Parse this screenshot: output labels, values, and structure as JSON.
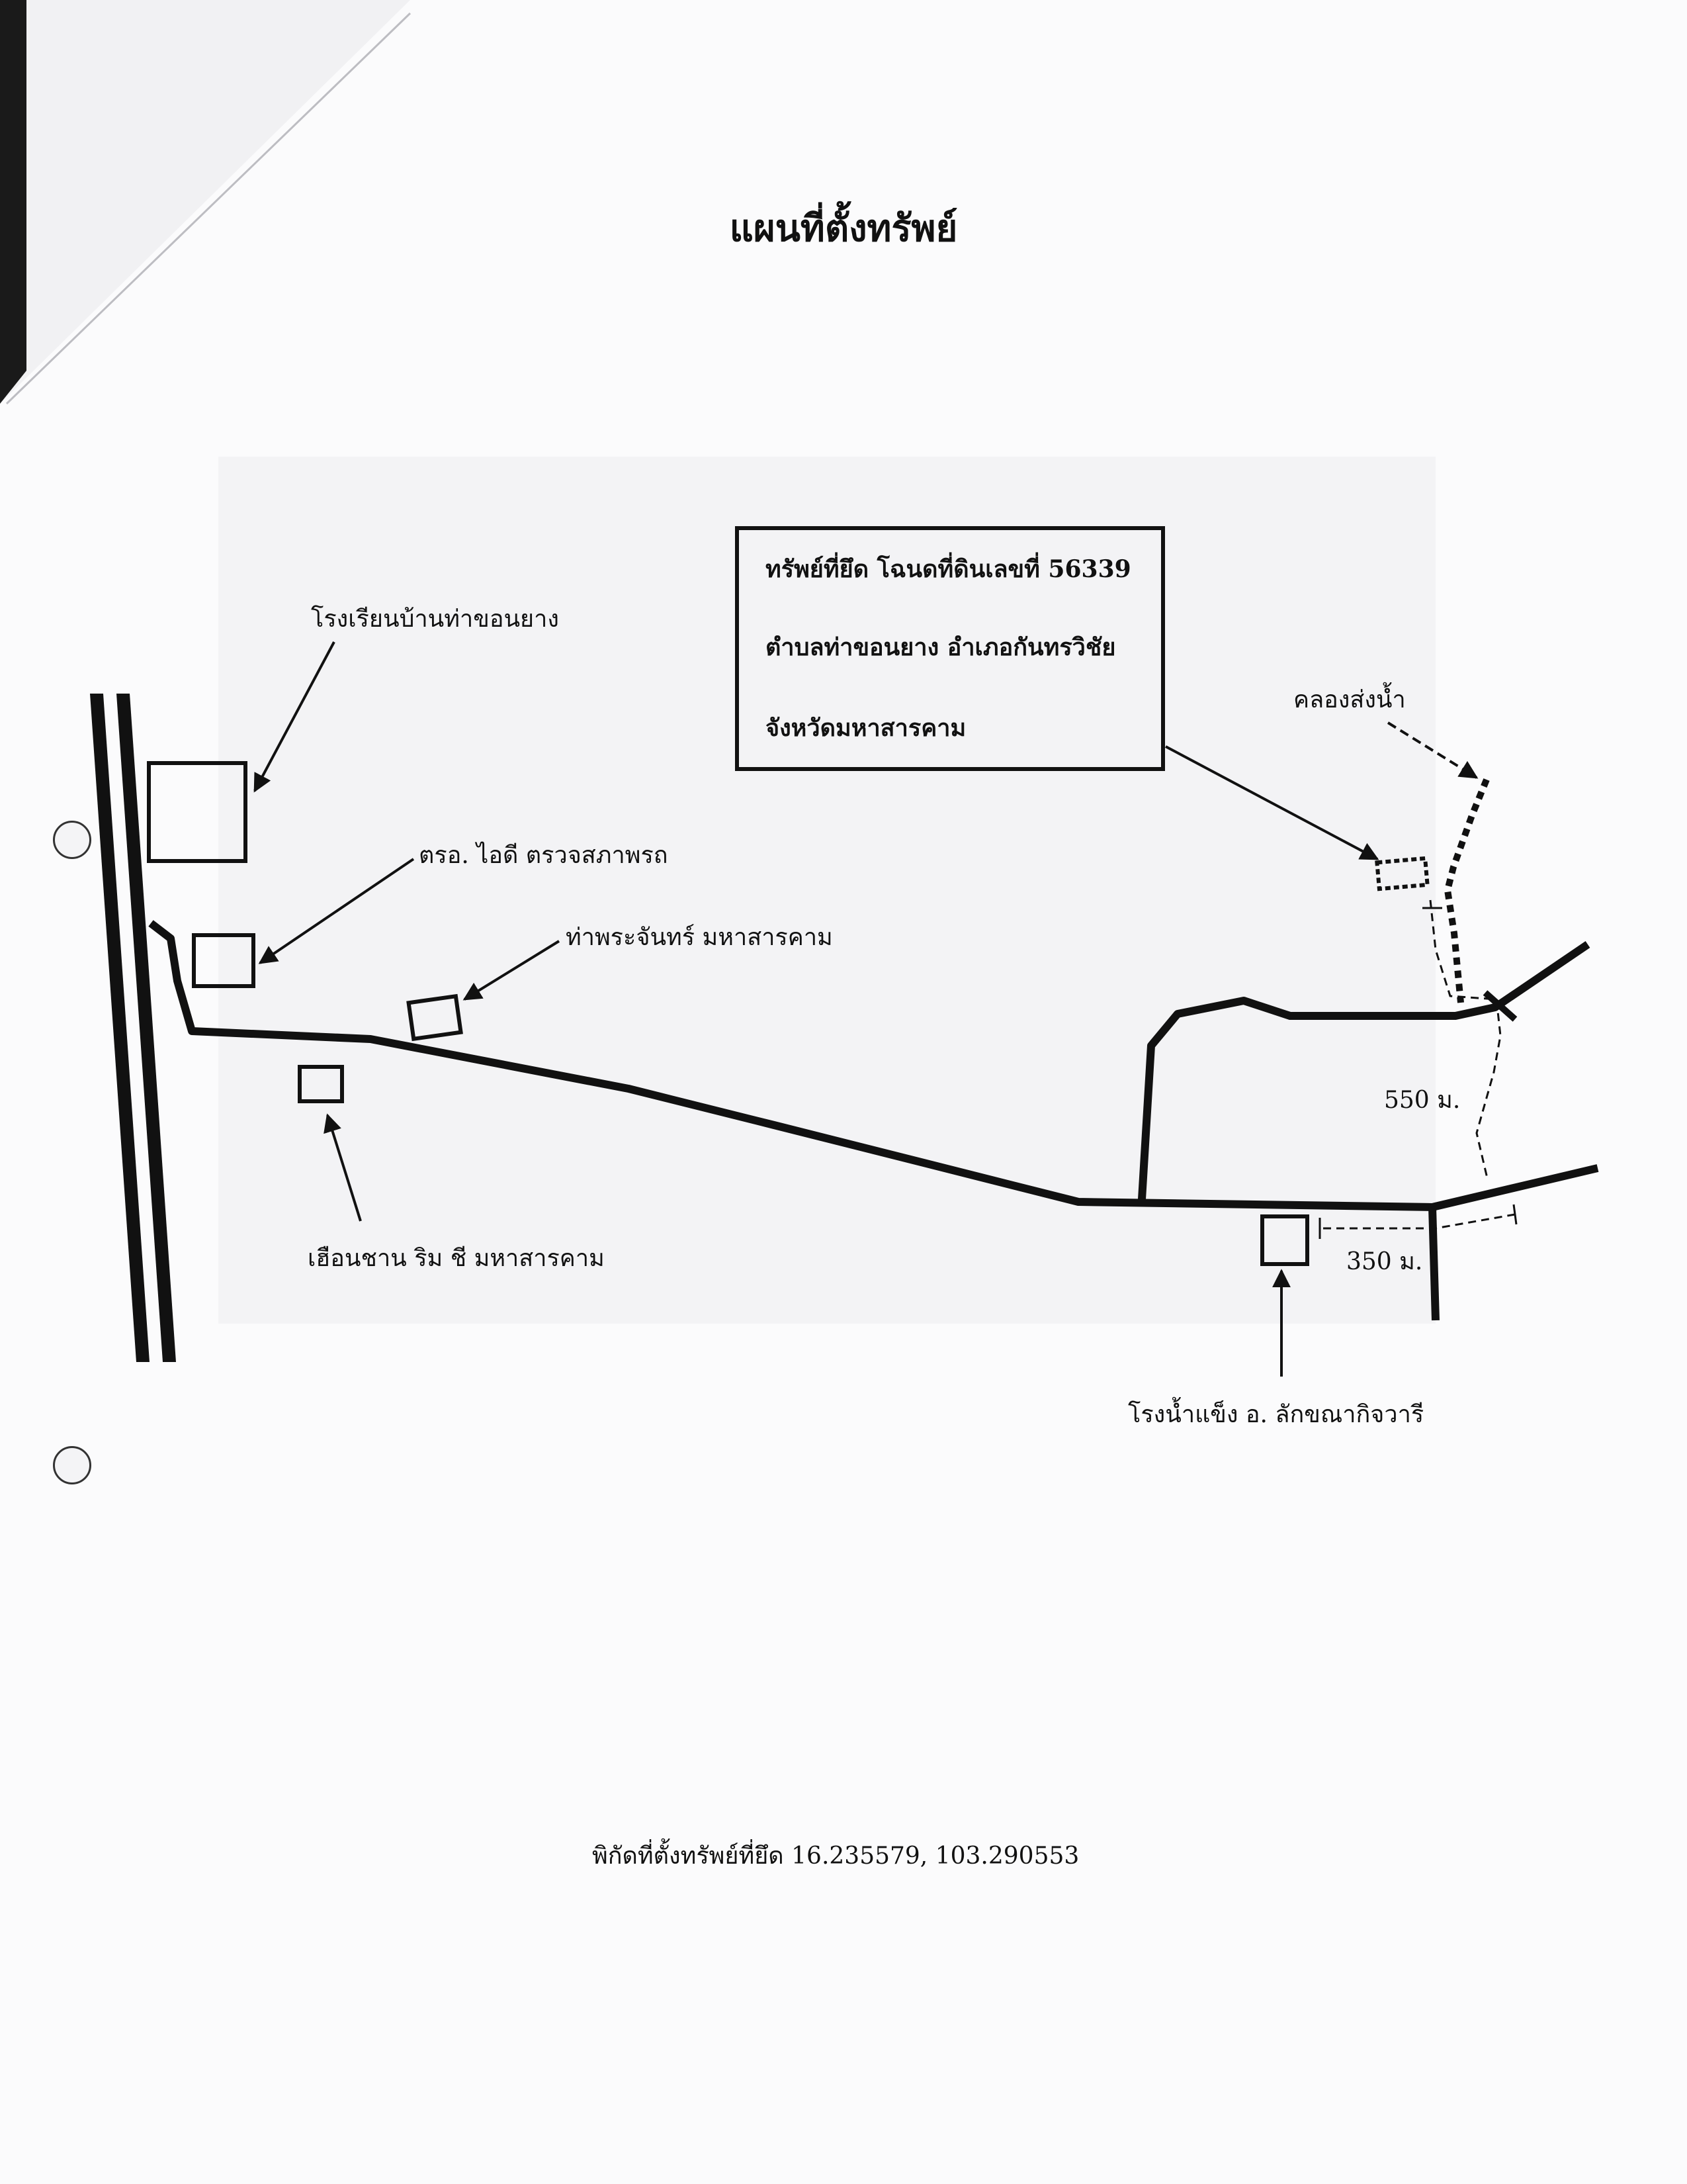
{
  "title": "แผนที่ตั้งทรัพย์",
  "property_box": {
    "line1": "ทรัพย์ที่ยึด โฉนดที่ดินเลขที่ 56339",
    "line2": "ตำบลท่าขอนยาง   อำเภอกันทรวิชัย",
    "line3": "จังหวัดมหาสารคาม"
  },
  "landmarks": {
    "school": "โรงเรียนบ้านท่าขอนยาง",
    "inspection": "ตรอ. ไอดี ตรวจสภาพรถ",
    "tha_phra_chan": "ท่าพระจันทร์ มหาสารคาม",
    "huean_chan": "เฮือนชาน ริม ชี มหาสารคาม",
    "canal": "คลองส่งน้ำ",
    "ice_factory": "โรงน้ำแข็ง อ. ลักขณากิจวารี"
  },
  "distances": {
    "d550": "550 ม.",
    "d350": "350 ม."
  },
  "coordinates_text": "พิกัดที่ตั้งทรัพย์ที่ยึด 16.235579, 103.290553",
  "colors": {
    "ink": "#111111",
    "paper": "#fbfbfc",
    "ghost": "#ececef"
  }
}
